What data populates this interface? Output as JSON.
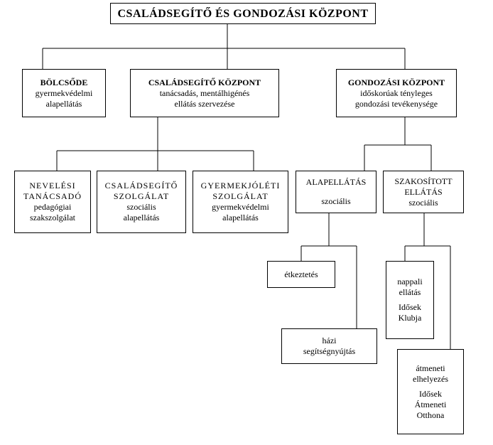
{
  "main": {
    "title": "CSALÁDSEGÍTŐ ÉS GONDOZÁSI KÖZPONT"
  },
  "bolcsode": {
    "name": "BÖLCSŐDE",
    "line1": "gyermekvédelmi",
    "line2": "alapellátás"
  },
  "csaladsegito_kozpont": {
    "name": "CSALÁDSEGÍTŐ KÖZPONT",
    "line1": "tanácsadás, mentálhigénés",
    "line2": "ellátás szervezése"
  },
  "gondozasi_kozpont": {
    "name": "GONDOZÁSI KÖZPONT",
    "line1": "időskorúak tényleges",
    "line2": "gondozási tevékenysége"
  },
  "nevelesi": {
    "line1": "NEVELÉSI",
    "line2": "TANÁCSADÓ",
    "line3": "pedagógiai",
    "line4": "szakszolgálat"
  },
  "csaladsegito_szolgalat": {
    "line1": "CSALÁDSEGÍTŐ",
    "line2": "SZOLGÁLAT",
    "line3": "szociális",
    "line4": "alapellátás"
  },
  "gyermekjoleti": {
    "line1": "GYERMEKJÓLÉTI",
    "line2": "SZOLGÁLAT",
    "line3": "gyermekvédelmi",
    "line4": "alapellátás"
  },
  "alapellatas": {
    "line1": "ALAPELLÁTÁS",
    "line2": "szociális"
  },
  "szakositott": {
    "line1": "SZAKOSÍTOTT",
    "line2": "ELLÁTÁS",
    "line3": "szociális"
  },
  "etkeztetes": {
    "label": "étkeztetés"
  },
  "hazi": {
    "line1": "házi",
    "line2": "segítségnyújtás"
  },
  "nappali": {
    "line1": "nappali",
    "line2": "ellátás",
    "line3": "Idősek",
    "line4": "Klubja"
  },
  "atmeneti": {
    "line1": "átmeneti",
    "line2": "elhelyezés",
    "line3": "Idősek",
    "line4": "Átmeneti",
    "line5": "Otthona"
  }
}
